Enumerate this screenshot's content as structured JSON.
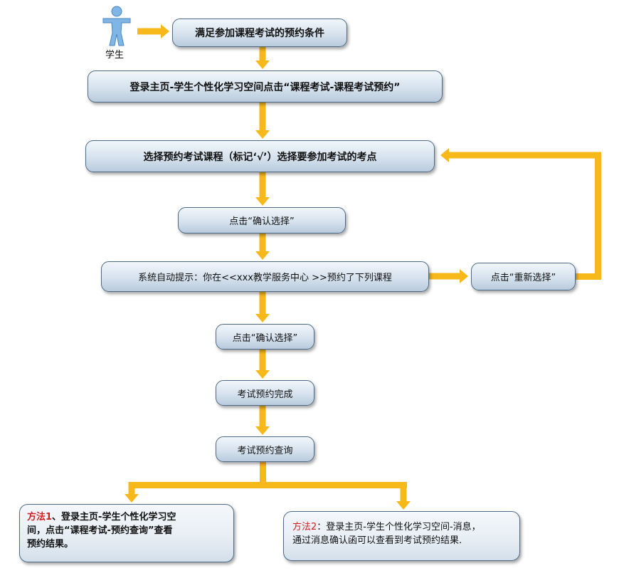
{
  "actor": {
    "label": "学生",
    "icon": "person-icon"
  },
  "colors": {
    "arrow": "#f7b81a",
    "node_border": "#4d6b86",
    "highlight": "#d21e1e"
  },
  "steps": {
    "s1": "满足参加课程考试的预约条件",
    "s2": "登录主页-学生个性化学习空间点击“课程考试-课程考试预约”",
    "s3": "选择预约考试课程（标记‘√’）选择要参加考试的考点",
    "s4": "点击“确认选择”",
    "s5": "系统自动提示：你在<<xxx教学服务中心 >>预约了下列课程",
    "s5b": "点击“重新选择”",
    "s6": "点击“确认选择”",
    "s7": "考试预约完成",
    "s8": "考试预约查询"
  },
  "methods": {
    "m1": {
      "label": "方法1",
      "line1": "、登录主页-学生个性化学习空",
      "line2": "间，点击“课程考试-预约查询”查看",
      "line3": "预约结果。"
    },
    "m2": {
      "label": "方法2",
      "line1": "：登录主页-学生个性化学习空间-消息，",
      "line2": "通过消息确认函可以查看到考试预约结果."
    }
  }
}
